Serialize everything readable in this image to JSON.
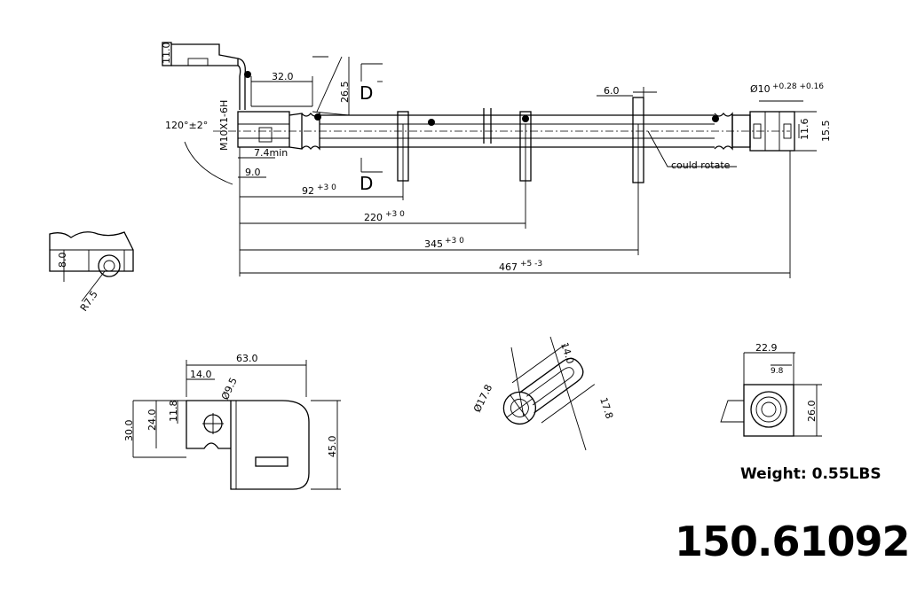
{
  "weight_label": "Weight: 0.55LBS",
  "part_number": "150.61092",
  "annotation_rotate": "could rotate",
  "section_label_d": "D",
  "dims": {
    "d11": "11.0",
    "d32": "32.0",
    "d26_5": "26.5",
    "d6": "6.0",
    "d10": "Ø10",
    "d10_tol": "+0.28 +0.16",
    "d15_5": "15.5",
    "d11_6": "11.6",
    "angle": "120°±2°",
    "thread": "M10X1-6H",
    "d7_4": "7.4min",
    "d9": "9.0",
    "len92": "92",
    "len92_tol": "+3 0",
    "len220": "220",
    "len220_tol": "+3 0",
    "len345": "345",
    "len345_tol": "+3 0",
    "len467": "467",
    "len467_tol": "+5 -3",
    "d8": "8.0",
    "r7_5": "R7.5",
    "d63": "63.0",
    "d14": "14.0",
    "d9_5": "Ø9.5",
    "d11_8": "11.8",
    "d24": "24.0",
    "d30": "30.0",
    "d45": "45.0",
    "d17_8a": "Ø17.8",
    "d14b": "14.0",
    "d17_8b": "17.8",
    "d22_9": "22.9",
    "d9_8": "9.8",
    "d26": "26.0"
  }
}
